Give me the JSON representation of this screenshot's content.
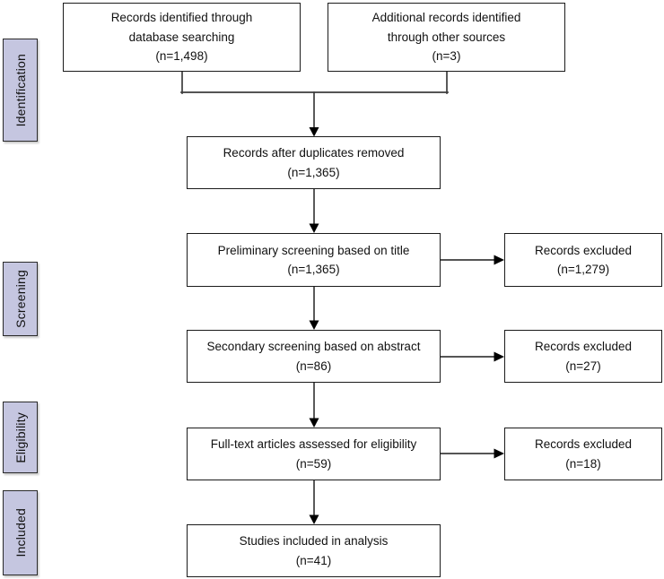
{
  "colors": {
    "background": "#ffffff",
    "stage_fill": "#c5c6e0",
    "stage_border": "#2a2a2a",
    "node_border": "#1b1b1b",
    "connector": "#3d3d3d",
    "text": "#111111"
  },
  "stages": [
    {
      "label": "Identification"
    },
    {
      "label": "Screening"
    },
    {
      "label": "Eligibility"
    },
    {
      "label": "Included"
    }
  ],
  "nodes": {
    "database_search": {
      "lines": [
        "Records identified through",
        "database searching",
        "(n=1,498)"
      ]
    },
    "other_sources": {
      "lines": [
        "Additional records identified",
        "through other sources",
        "(n=3)"
      ]
    },
    "duplicates_removed": {
      "lines": [
        "Records after duplicates removed",
        "(n=1,365)"
      ]
    },
    "title_screening": {
      "lines": [
        "Preliminary screening based on title",
        "(n=1,365)"
      ]
    },
    "abstract_screening": {
      "lines": [
        "Secondary screening based on abstract",
        "(n=86)"
      ]
    },
    "fulltext_assessment": {
      "lines": [
        "Full-text articles assessed for eligibility",
        "(n=59)"
      ]
    },
    "included_studies": {
      "lines": [
        "Studies included in analysis",
        "(n=41)"
      ]
    },
    "excluded_title": {
      "lines": [
        "Records excluded",
        "(n=1,279)"
      ]
    },
    "excluded_abstract": {
      "lines": [
        "Records excluded",
        "(n=27)"
      ]
    },
    "excluded_fulltext": {
      "lines": [
        "Records excluded",
        "(n=18)"
      ]
    }
  }
}
